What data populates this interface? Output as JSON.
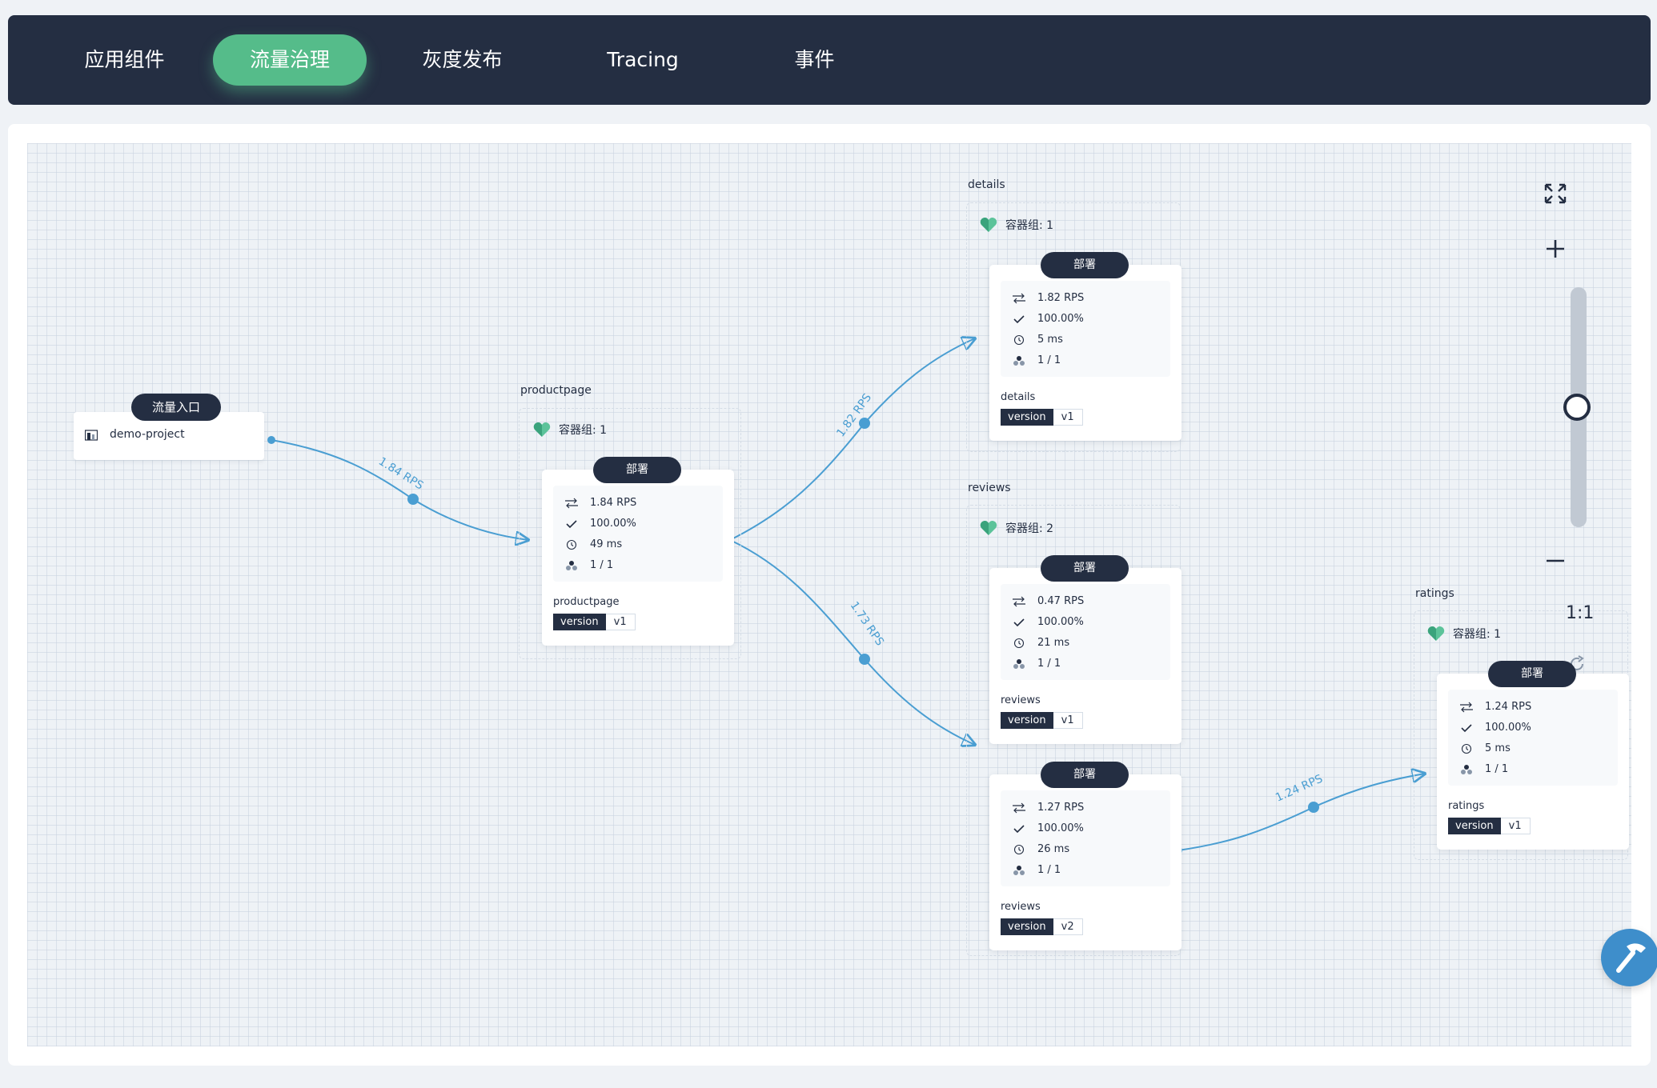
{
  "tabs": [
    {
      "label": "应用组件"
    },
    {
      "label": "流量治理"
    },
    {
      "label": "灰度发布"
    },
    {
      "label": "Tracing"
    },
    {
      "label": "事件"
    }
  ],
  "ingress": {
    "badge": "流量入口",
    "project": "demo-project"
  },
  "edges": [
    {
      "label": "1.84 RPS"
    },
    {
      "label": "1.82 RPS"
    },
    {
      "label": "1.73 RPS"
    },
    {
      "label": "1.24 RPS"
    }
  ],
  "services": [
    {
      "name": "productpage",
      "pods": "容器组: 1",
      "workloads": [
        {
          "badge": "部署",
          "rps": "1.84 RPS",
          "success": "100.00%",
          "latency": "49 ms",
          "replicas": "1 / 1",
          "name": "productpage",
          "version_key": "version",
          "version": "v1"
        }
      ]
    },
    {
      "name": "details",
      "pods": "容器组: 1",
      "workloads": [
        {
          "badge": "部署",
          "rps": "1.82 RPS",
          "success": "100.00%",
          "latency": "5 ms",
          "replicas": "1 / 1",
          "name": "details",
          "version_key": "version",
          "version": "v1"
        }
      ]
    },
    {
      "name": "reviews",
      "pods": "容器组: 2",
      "workloads": [
        {
          "badge": "部署",
          "rps": "0.47 RPS",
          "success": "100.00%",
          "latency": "21 ms",
          "replicas": "1 / 1",
          "name": "reviews",
          "version_key": "version",
          "version": "v1"
        },
        {
          "badge": "部署",
          "rps": "1.27 RPS",
          "success": "100.00%",
          "latency": "26 ms",
          "replicas": "1 / 1",
          "name": "reviews",
          "version_key": "version",
          "version": "v2"
        }
      ]
    },
    {
      "name": "ratings",
      "pods": "容器组: 1",
      "workloads": [
        {
          "badge": "部署",
          "rps": "1.24 RPS",
          "success": "100.00%",
          "latency": "5 ms",
          "replicas": "1 / 1",
          "name": "ratings",
          "version_key": "version",
          "version": "v1"
        }
      ]
    }
  ],
  "zoom": {
    "ratio": "1:1",
    "level": 0.5
  },
  "colors": {
    "active_tab": "#55bc8a",
    "dark": "#242e42",
    "edge": "#4a9ed2",
    "fab": "#3e8ecb"
  },
  "icons": [
    "expand-icon",
    "plus-icon",
    "minus-icon",
    "refresh-icon",
    "hammer-icon",
    "heart-icon",
    "traffic-icon",
    "check-icon",
    "clock-icon",
    "pods-icon",
    "project-icon"
  ]
}
